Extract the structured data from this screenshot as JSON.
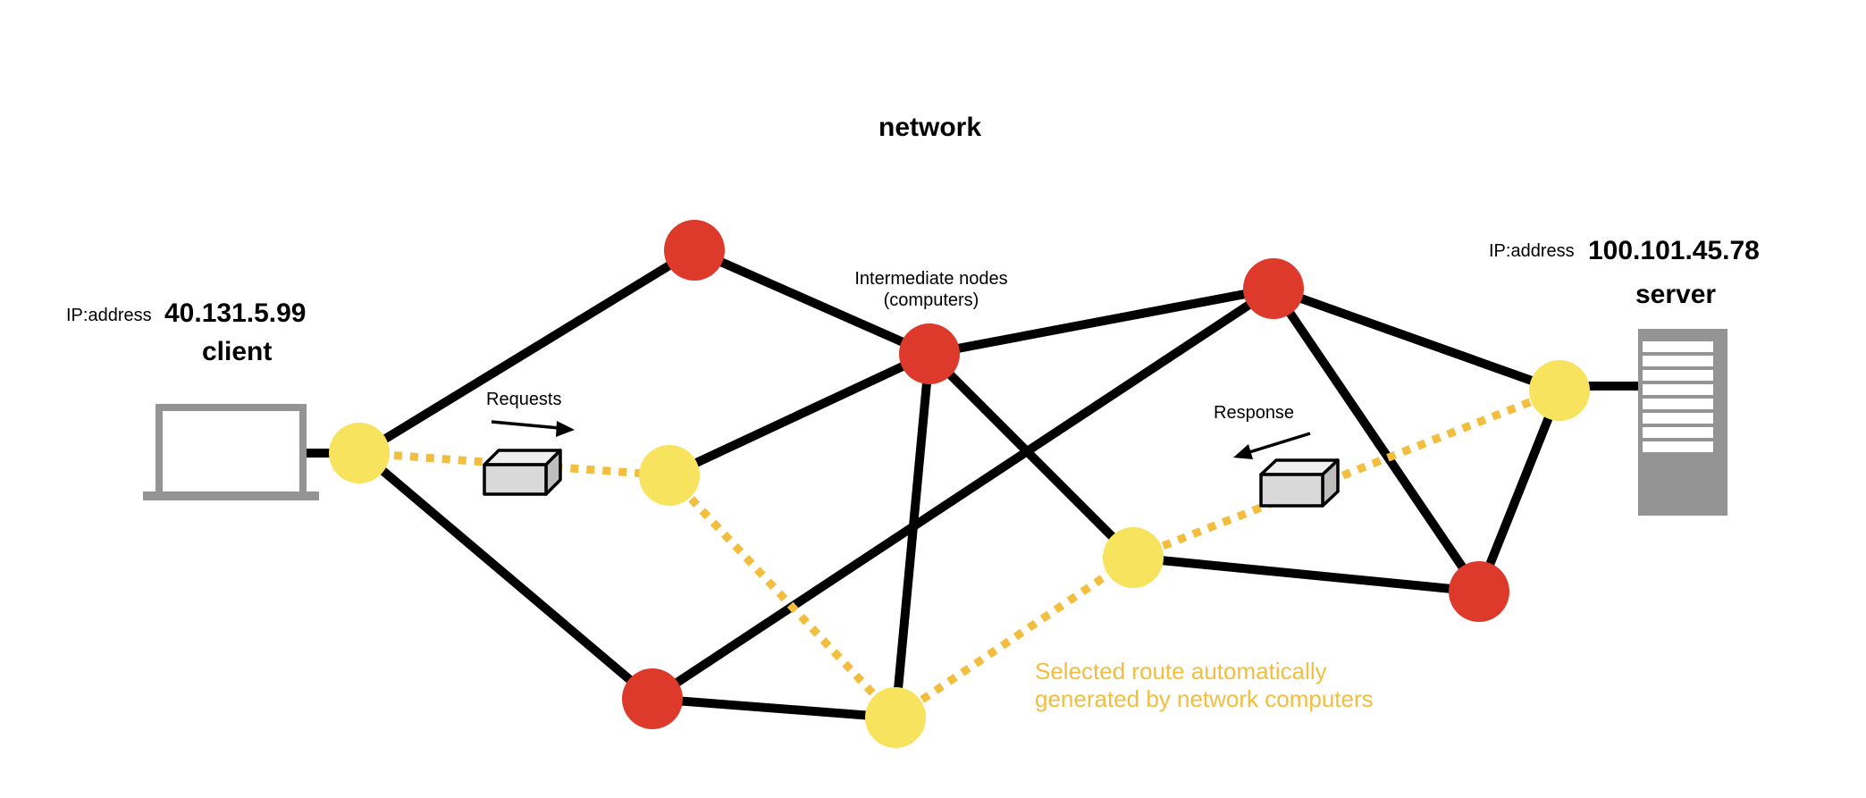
{
  "diagram": {
    "title": "network",
    "client": {
      "ip_label": "IP:address",
      "ip_value": "40.131.5.99",
      "role": "client",
      "icon": "laptop-icon"
    },
    "server": {
      "ip_label": "IP:address",
      "ip_value": "100.101.45.78",
      "role": "server",
      "icon": "server-icon"
    },
    "intermediate_label": "Intermediate nodes\n(computers)",
    "requests_label": "Requests",
    "response_label": "Response",
    "route_note": "Selected route automatically generated by network computers",
    "colors": {
      "node_red": "#dd3a2b",
      "node_yellow": "#f8e35f",
      "route": "#f3bd3e",
      "link": "#000000",
      "device_gray": "#949494",
      "packet_fill": "#d9d9d9"
    }
  }
}
